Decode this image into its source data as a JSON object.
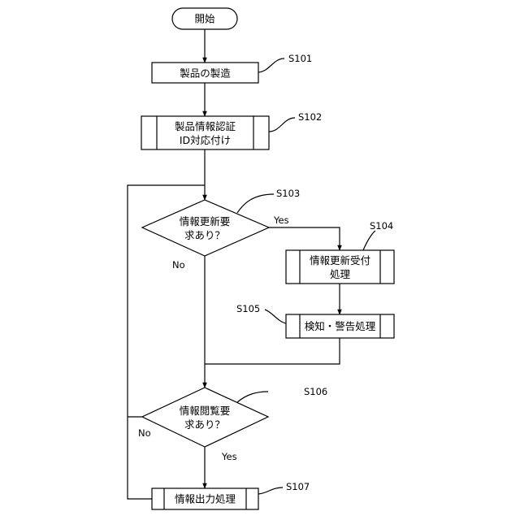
{
  "flowchart": {
    "start_label": "開始",
    "steps": {
      "manufacture": "製品の製造",
      "assign_id_line1": "製品情報認証",
      "assign_id_line2": "ID対応付け",
      "update_decision_line1": "情報更新要",
      "update_decision_line2": "求あり？",
      "update_process_line1": "情報更新受付",
      "update_process_line2": "処理",
      "detect_warn": "検知・警告処理",
      "view_decision_line1": "情報閲覧要",
      "view_decision_line2": "求あり？",
      "output": "情報出力処理"
    },
    "step_ids": {
      "s101": "S101",
      "s102": "S102",
      "s103": "S103",
      "s104": "S104",
      "s105": "S105",
      "s106": "S106",
      "s107": "S107"
    },
    "branch_labels": {
      "update_yes": "Yes",
      "update_no": "No",
      "view_yes": "Yes",
      "view_no": "No"
    }
  }
}
